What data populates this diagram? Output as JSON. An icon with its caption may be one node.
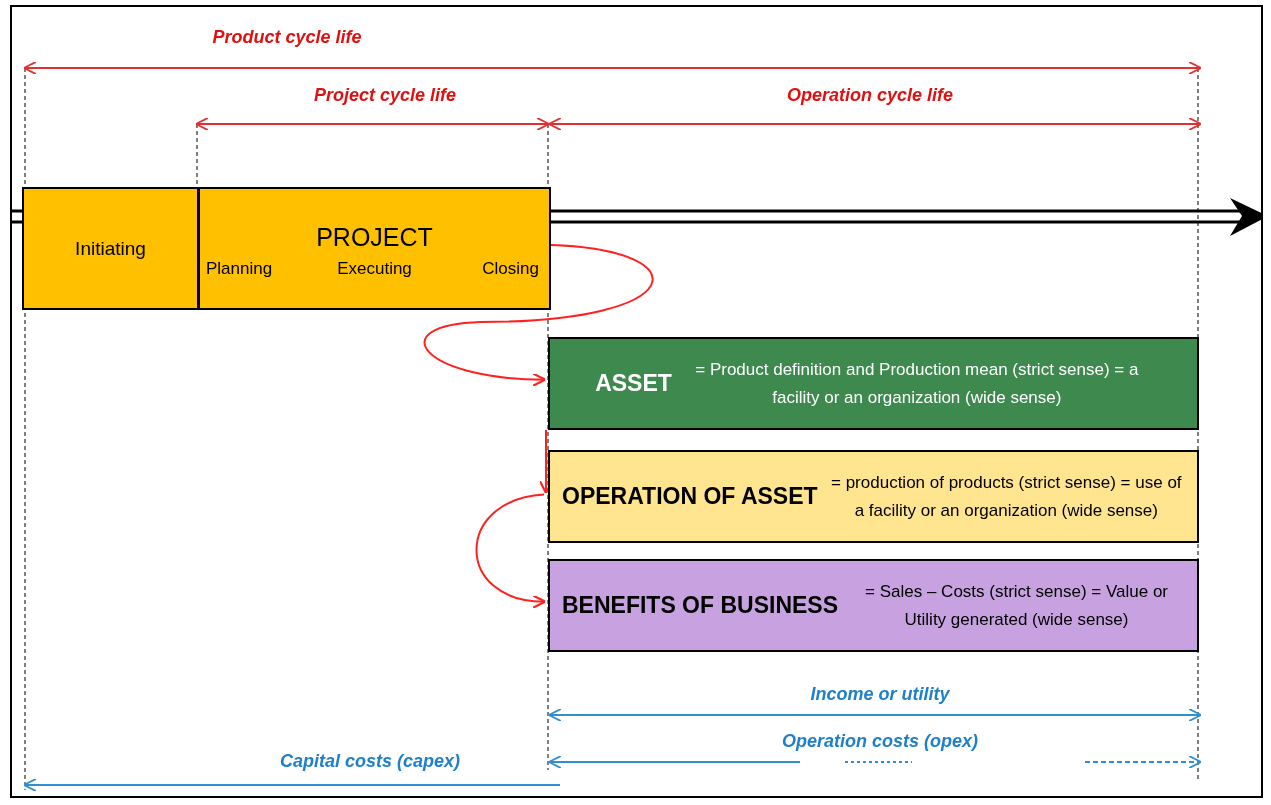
{
  "diagram": {
    "nodes": [
      {
        "text": [
          "Initiating"
        ]
      },
      {
        "text": [
          "PROJECT",
          "Planning",
          "Executing",
          "Closing"
        ]
      },
      {
        "text": [
          "ASSET",
          "= Product definition and Production mean (strict sense) = a facility or an organization (wide sense)"
        ]
      },
      {
        "text": [
          "OPERATION OF ASSET",
          "= production of products (strict sense) = use of a facility or an organization (wide sense)"
        ]
      },
      {
        "text": [
          "BENEFITS OF BUSINESS",
          "= Sales – Costs (strict sense) = Value or Utility generated (wide sense)"
        ]
      }
    ],
    "edges": [
      {
        "from": 1,
        "to": 2,
        "arrow": "to"
      },
      {
        "from": 2,
        "to": 3,
        "arrow": "to"
      },
      {
        "from": 3,
        "to": 4,
        "arrow": "to"
      }
    ],
    "labels": [
      "Product cycle life",
      "Project cycle life",
      "Operation cycle life",
      "Income or utility",
      "Operation costs (opex)",
      "Capital costs (capex)"
    ]
  }
}
